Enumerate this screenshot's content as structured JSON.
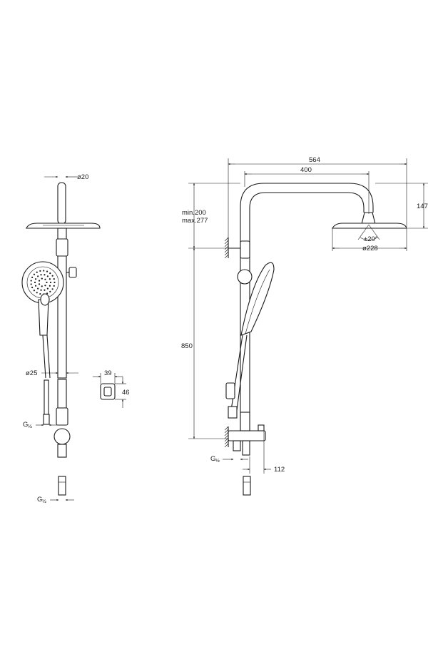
{
  "labels": {
    "dia_20": "ø20",
    "dia_25": "ø25",
    "g_half_left_1": "G",
    "g_half_left_1_frac": "½",
    "g_half_left_2": "G",
    "g_half_left_2_frac": "½",
    "dim_39": "39",
    "dim_46": "46",
    "dim_564": "564",
    "dim_400": "400",
    "dim_147": "147",
    "min_200": "min.200",
    "max_277": "max.277",
    "angle_20": "±20°",
    "dia_228": "ø228",
    "dim_850": "850",
    "g_half_right": "G",
    "g_half_right_frac": "½",
    "dim_112": "112"
  }
}
